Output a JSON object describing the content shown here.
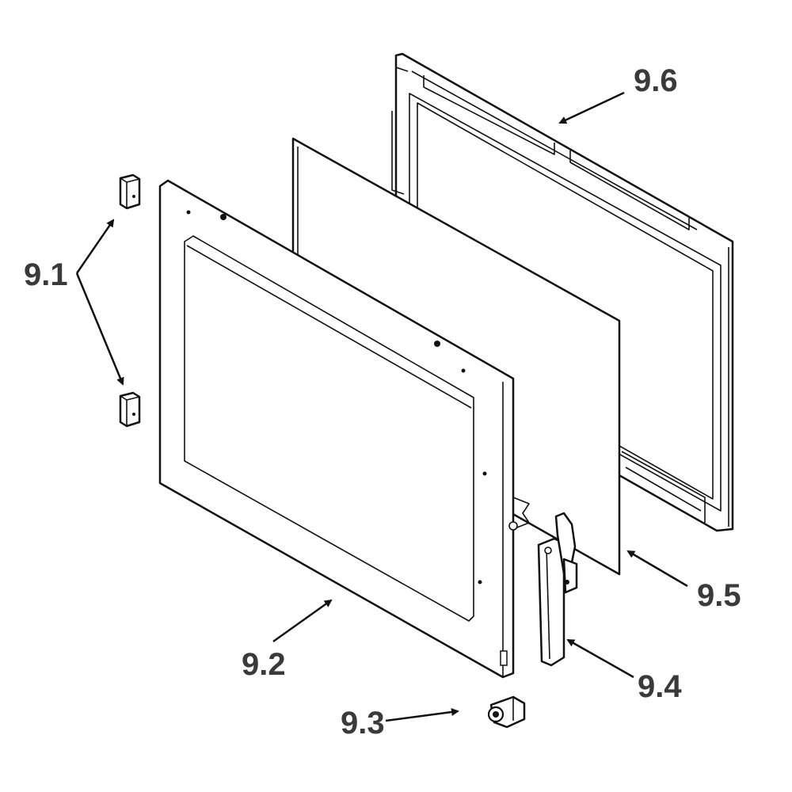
{
  "diagram": {
    "callouts": [
      {
        "id": "9.1",
        "label": "9.1"
      },
      {
        "id": "9.2",
        "label": "9.2"
      },
      {
        "id": "9.3",
        "label": "9.3"
      },
      {
        "id": "9.4",
        "label": "9.4"
      },
      {
        "id": "9.5",
        "label": "9.5"
      },
      {
        "id": "9.6",
        "label": "9.6"
      }
    ]
  }
}
